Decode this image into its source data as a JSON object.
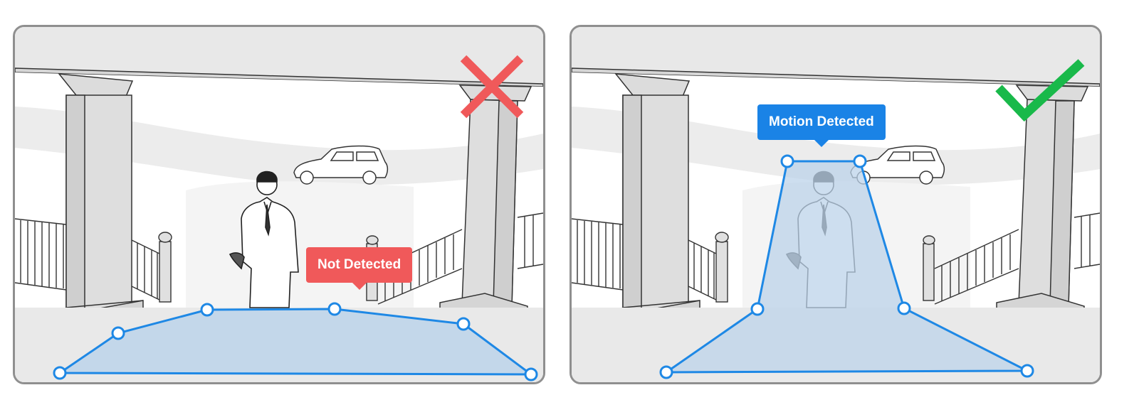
{
  "panels": [
    {
      "id": "incorrect-zone",
      "callout_label": "Not Detected",
      "result": "incorrect",
      "result_icon": "cross-icon",
      "callout_color": "#f0595a",
      "mark_color": "#f0595a"
    },
    {
      "id": "correct-zone",
      "callout_label": "Motion Detected",
      "result": "correct",
      "result_icon": "check-icon",
      "callout_color": "#1a83e6",
      "mark_color": "#19b94a"
    }
  ],
  "colors": {
    "zone_stroke": "#1e88e5",
    "zone_fill": "#bcd3ea",
    "panel_border": "#8f8f8f"
  }
}
